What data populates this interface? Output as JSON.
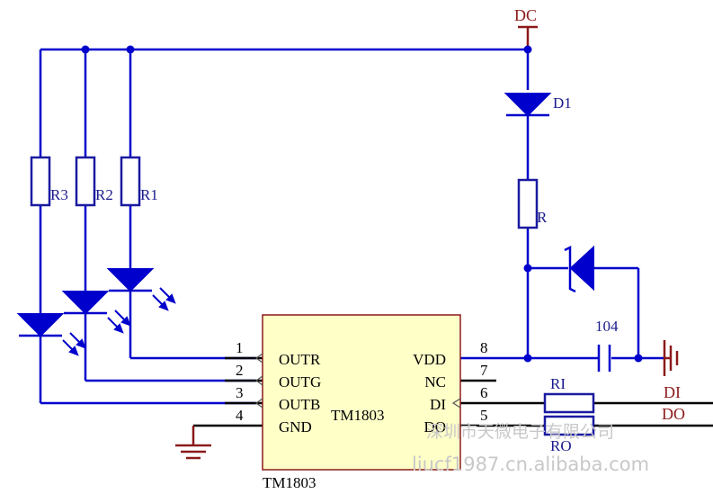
{
  "colors": {
    "wire": "#0000cc",
    "component": "#1a1aa0",
    "ground": "#8b1a1a",
    "chip_fill": "#ffffc8",
    "chip_stroke": "#8b1a1a",
    "text_blue": "#1a1a8c",
    "text_red": "#8b1a1a",
    "watermark": "#c8c8c8"
  },
  "power": {
    "label": "DC"
  },
  "diode": {
    "label": "D1"
  },
  "resistor_main": {
    "label": "R"
  },
  "capacitor": {
    "label": "104"
  },
  "resistors": [
    {
      "label": "R3"
    },
    {
      "label": "R2"
    },
    {
      "label": "R1"
    }
  ],
  "chip": {
    "name": "TM1803",
    "caption": "TM1803",
    "left_pins": [
      {
        "num": "1",
        "name": "OUTR"
      },
      {
        "num": "2",
        "name": "OUTG"
      },
      {
        "num": "3",
        "name": "OUTB"
      },
      {
        "num": "4",
        "name": "GND"
      }
    ],
    "right_pins": [
      {
        "num": "8",
        "name": "VDD"
      },
      {
        "num": "7",
        "name": "NC"
      },
      {
        "num": "6",
        "name": "DI"
      },
      {
        "num": "5",
        "name": "DO"
      }
    ]
  },
  "signals": {
    "ri": "RI",
    "ro": "RO",
    "di": "DI",
    "do": "DO"
  },
  "watermark": {
    "line1": "深圳市天微电子有限公司",
    "line2": "liucf1987.cn.alibaba.com"
  }
}
